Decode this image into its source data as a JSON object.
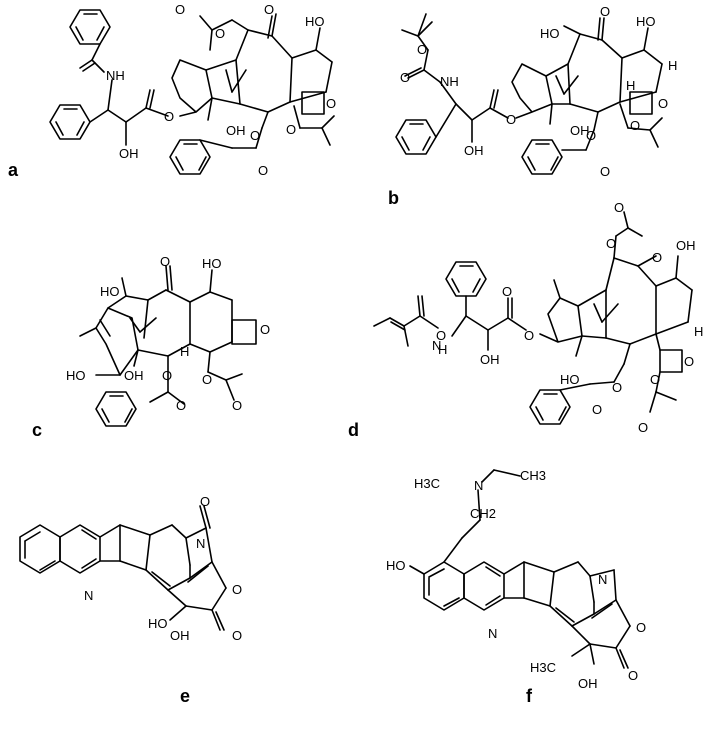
{
  "panels": [
    {
      "id": "a",
      "label": "a"
    },
    {
      "id": "b",
      "label": "b"
    },
    {
      "id": "c",
      "label": "c"
    },
    {
      "id": "d",
      "label": "d"
    },
    {
      "id": "e",
      "label": "e"
    },
    {
      "id": "f",
      "label": "f"
    }
  ],
  "atoms": {
    "O": "O",
    "OH": "OH",
    "HO": "HO",
    "NH": "NH",
    "H": "H",
    "N": "N",
    "H3C": "H3C",
    "CH3": "CH3",
    "CH2": "CH2"
  }
}
